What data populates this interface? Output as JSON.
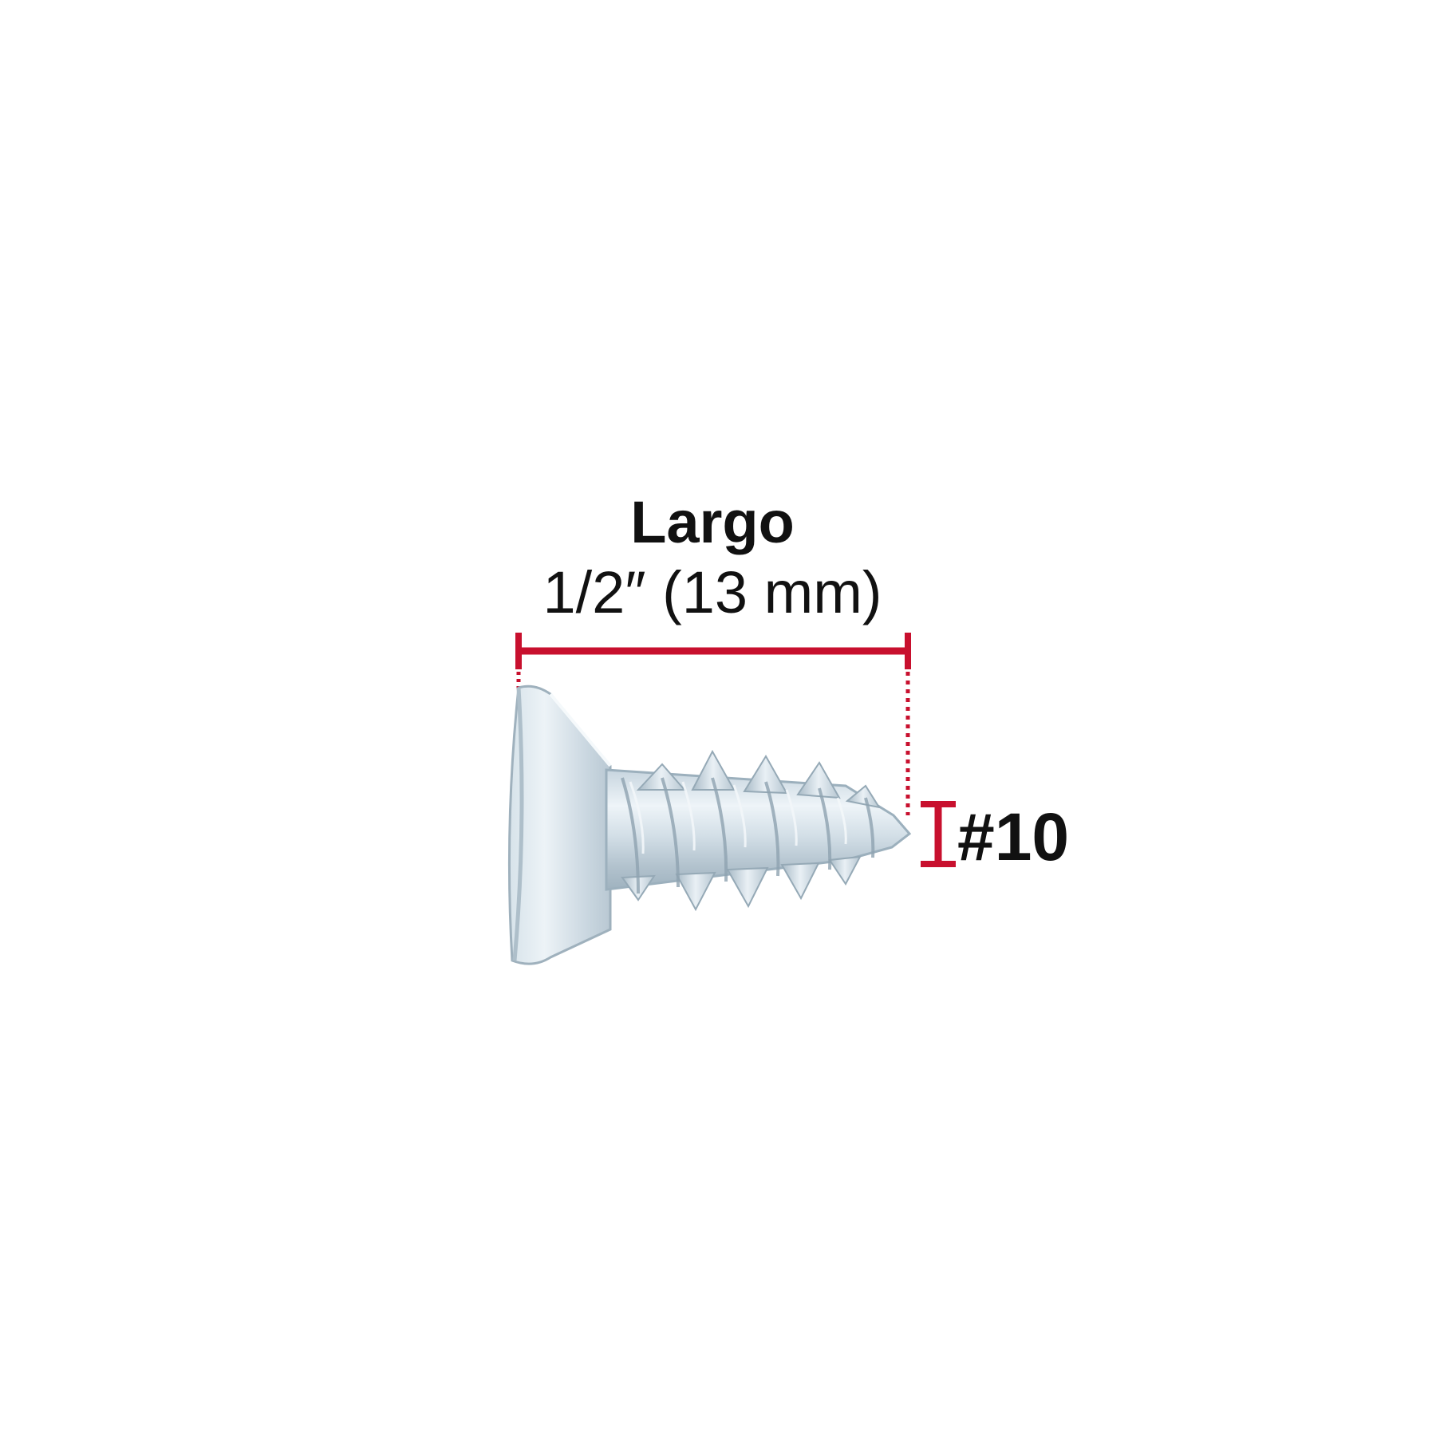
{
  "dimension_label": {
    "title": "Largo",
    "value": "1/2″ (13 mm)"
  },
  "gauge_label": {
    "value": "#10"
  },
  "product": {
    "icon": "countersunk-wood-screw-icon"
  },
  "colors": {
    "accent": "#c8102e",
    "text": "#111111",
    "background": "#ffffff",
    "metal_light": "#e6eef4",
    "metal_mid": "#bccbd6",
    "metal_dark": "#8fa3b1"
  }
}
